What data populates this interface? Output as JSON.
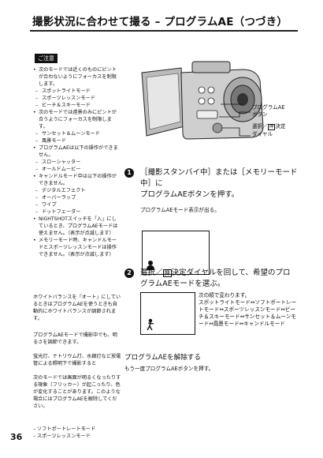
{
  "header": {
    "title": "撮影状況に合わせて撮る – プログラムAE（つづき）"
  },
  "notes": {
    "badge": "ご注意",
    "items": [
      {
        "kind": "b",
        "text": "次のモードでは近くのものにピントが合わないようにフォーカスを制限します。"
      },
      {
        "kind": "d",
        "text": "スポットライトモード"
      },
      {
        "kind": "d",
        "text": "スポーツレッスンモード"
      },
      {
        "kind": "d",
        "text": "ビーチ＆スキーモード"
      },
      {
        "kind": "b",
        "text": "次のモードでは遠景のみにピントが合うようにフォーカスを制限します。"
      },
      {
        "kind": "d",
        "text": "サンセット＆ムーンモード"
      },
      {
        "kind": "d",
        "text": "風景モード"
      },
      {
        "kind": "b",
        "text": "プログラムAEは以下の操作ができません。"
      },
      {
        "kind": "d",
        "text": "スローシャッター"
      },
      {
        "kind": "d",
        "text": "オールドムービー"
      },
      {
        "kind": "b",
        "text": "キャンドルモード中は以下の操作ができません。"
      },
      {
        "kind": "d",
        "text": "デジタルエフェクト"
      },
      {
        "kind": "d",
        "text": "オーバーラップ"
      },
      {
        "kind": "d",
        "text": "ワイプ"
      },
      {
        "kind": "d",
        "text": "ドットフェーダー"
      },
      {
        "kind": "b",
        "text": "NIGHTSHOTスイッチを「入」にしているとき、プログラムAEモードは使えません。（表示が点滅します）"
      },
      {
        "kind": "b",
        "text": "メモリーモード時、キャンドルモードとスポーツレッスンモードは操作できません。（表示が点滅します）"
      }
    ]
  },
  "paragraphs": {
    "wb": "ホワイトバランスを「オート」にしているときはプログラムAEを使うときも自動的にホワイトバランスが調節されます。",
    "nb1": "プログラムAEモードで撮影中でも、明るさを調節できます。",
    "nb2": "蛍光灯、ナトリウム灯、水銀灯など放電管による照明下で撮影すると",
    "nb3": "次のモードでは画面が明るくなったりする現象（フリッカー）が起こったり、色が変化することがあります。このような場合にはプログラムAEを解除してください。",
    "nb4": "– ソフトポートレートモード",
    "nb5": "– スポーツレッスンモード"
  },
  "camera": {
    "label_program_ae_1": "プログラムAE",
    "label_program_ae_2": "ボタン",
    "label_dial_1": "選択／",
    "label_dial_icon": "押",
    "label_dial_2": "決定",
    "label_dial_3": "ダイヤル"
  },
  "step1": {
    "num": "1",
    "line1": "［撮影スタンバイ中］または［メモリーモード",
    "line2": "中］に",
    "line3": "プログラムAEボタンを押す。",
    "sub": "プログラムAEモード表示が出る。"
  },
  "step2": {
    "num": "2",
    "line1": "選択／",
    "icon": "押",
    "line1b": "決定ダイヤルを回して、希望のプロ",
    "line2": "グラムAEモードを選ぶ。",
    "order_title": "次の順で変わります。",
    "order": "スポットライトモード↔ソフトポートレートモード↔スポーツレッスンモード↔ビーチ＆スキーモード↔サンセット＆ムーンモード↔風景モード↔キャンドルモード"
  },
  "release": {
    "title": "プログラムAEを解除する",
    "text": "もう一度プログラムAEボタンを押す。"
  },
  "footer": {
    "page": "36"
  }
}
